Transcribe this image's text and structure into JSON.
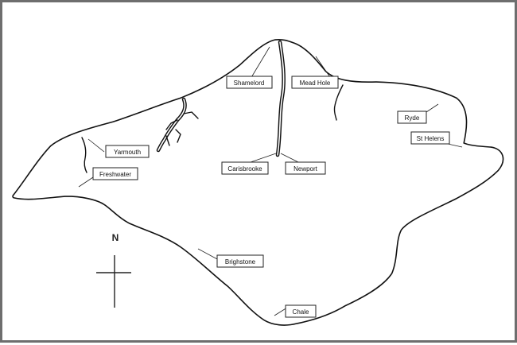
{
  "map": {
    "north_label": "N",
    "places": [
      {
        "id": "shamelord",
        "label": "Shamelord"
      },
      {
        "id": "mead-hole",
        "label": "Mead Hole"
      },
      {
        "id": "ryde",
        "label": "Ryde"
      },
      {
        "id": "st-helens",
        "label": "St Helens"
      },
      {
        "id": "yarmouth",
        "label": "Yarmouth"
      },
      {
        "id": "freshwater",
        "label": "Freshwater"
      },
      {
        "id": "carisbrooke",
        "label": "Carisbrooke"
      },
      {
        "id": "newport",
        "label": "Newport"
      },
      {
        "id": "brighstone",
        "label": "Brighstone"
      },
      {
        "id": "chale",
        "label": "Chale"
      }
    ]
  }
}
